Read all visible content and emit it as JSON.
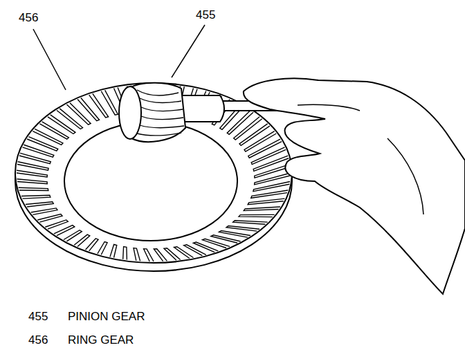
{
  "diagram": {
    "labels": [
      "456",
      "455",
      "455",
      "PINION GEAR",
      "456",
      "RING GEAR"
    ]
  }
}
